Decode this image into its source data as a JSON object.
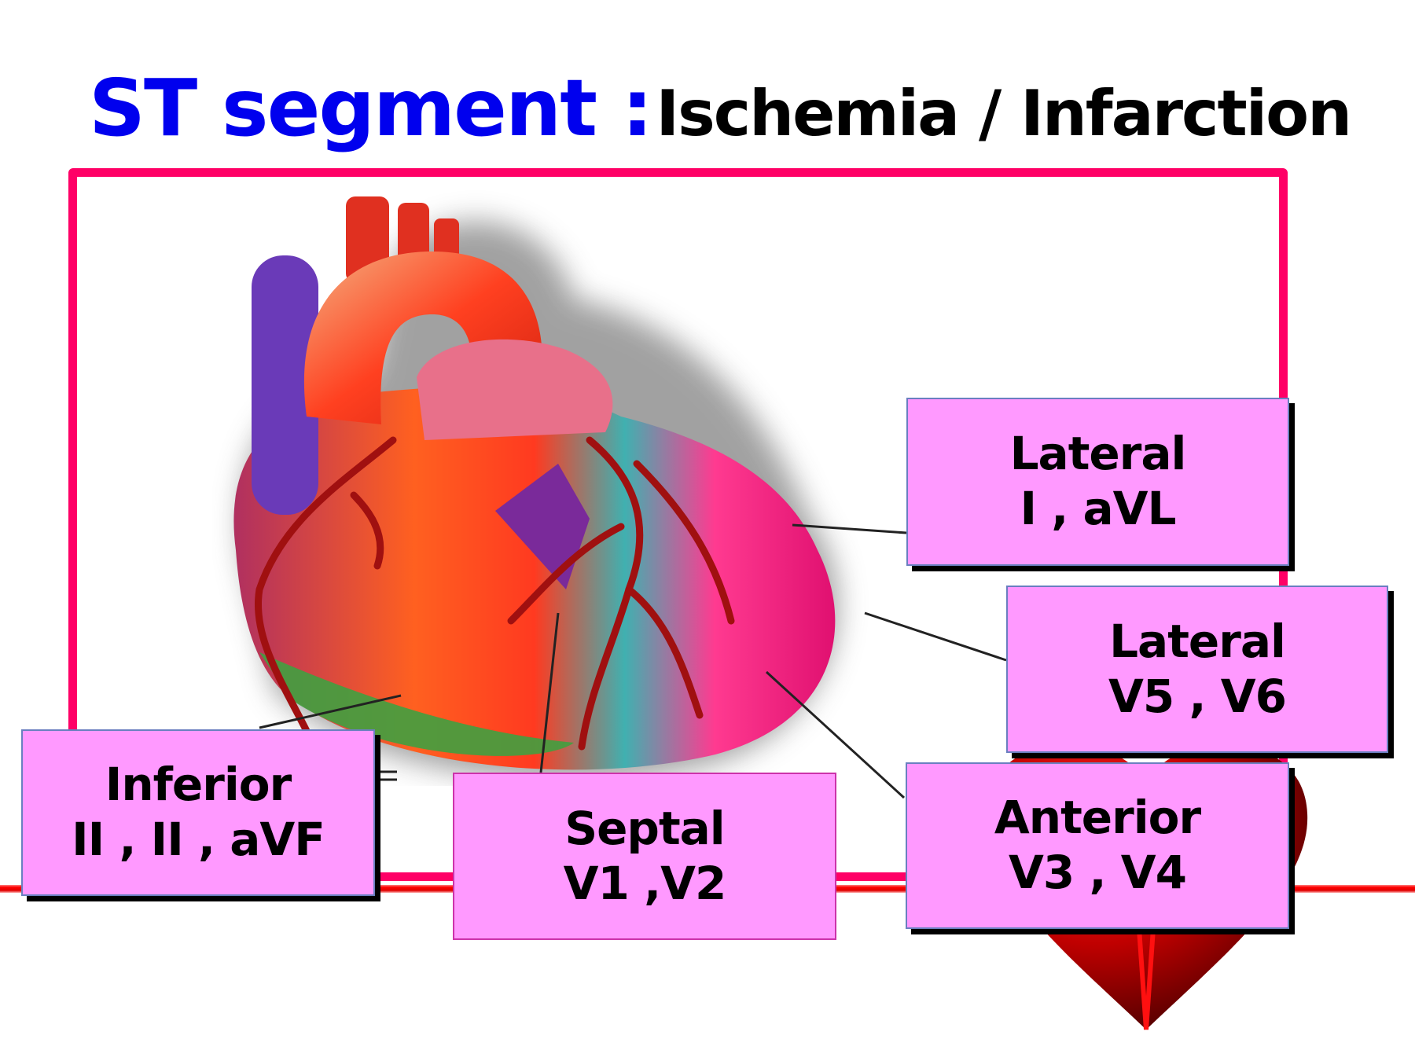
{
  "title": {
    "prefix": "ST segment :",
    "suffix": "Ischemia / Infarction",
    "prefix_color": "#0000ee",
    "suffix_color": "#000000"
  },
  "frame": {
    "border_color": "#ff0066"
  },
  "illustration": {
    "main": "anatomical-heart-illustration",
    "decorative": "red-heart-with-ecg-line"
  },
  "labels": [
    {
      "id": "lateral-high",
      "region": "Lateral",
      "leads": "I , aVL"
    },
    {
      "id": "lateral-low",
      "region": "Lateral",
      "leads": "V5 , V6"
    },
    {
      "id": "inferior",
      "region": "Inferior",
      "leads": "II , II , aVF"
    },
    {
      "id": "septal",
      "region": "Septal",
      "leads": "V1 ,V2"
    },
    {
      "id": "anterior",
      "region": "Anterior",
      "leads": "V3 , V4"
    }
  ],
  "colors": {
    "label_fill": "#ff99ff",
    "ecg_line": "#ff0000"
  }
}
